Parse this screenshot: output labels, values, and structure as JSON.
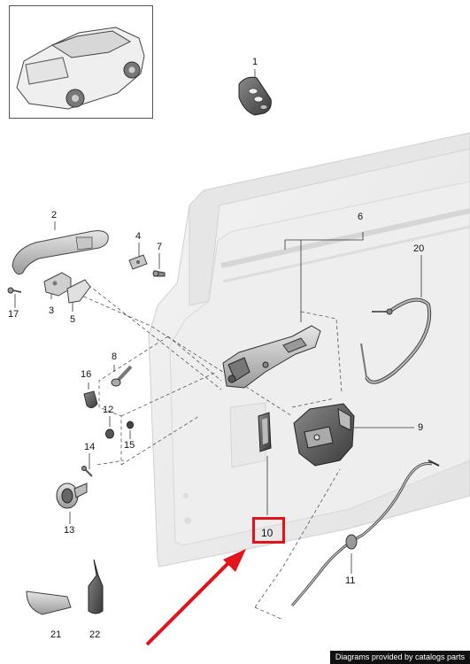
{
  "callouts": {
    "c1": "1",
    "c2": "2",
    "c3": "3",
    "c4": "4",
    "c5": "5",
    "c6": "6",
    "c7": "7",
    "c8": "8",
    "c9": "9",
    "c10": "10",
    "c11": "11",
    "c12": "12",
    "c13": "13",
    "c14": "14",
    "c15": "15",
    "c16": "16",
    "c17": "17",
    "c20": "20",
    "c21": "21",
    "c22": "22"
  },
  "highlight": {
    "part": "10",
    "color": "#e3131b"
  },
  "arrow_color": "#e3131b",
  "credit": "Diagrams provided by catalogs parts",
  "icons": {
    "thumbnail": "suv-car-icon",
    "key": "key-fob-icon"
  }
}
